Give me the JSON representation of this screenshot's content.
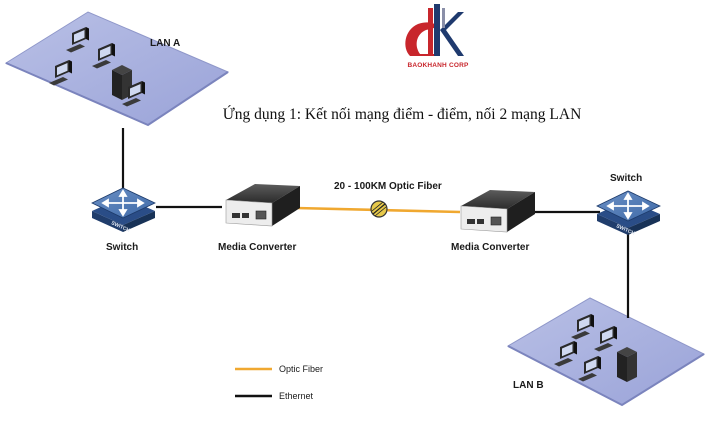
{
  "title": "Ứng dụng 1: Kết nối mạng điểm - điểm, nối 2 mạng LAN",
  "logo": {
    "brand": "BAOKHANH CORP",
    "colors": {
      "red": "#c8262c",
      "navy": "#1f3a6e"
    }
  },
  "lan_a": {
    "label": "LAN A"
  },
  "lan_b": {
    "label": "LAN B"
  },
  "switch_left": {
    "label": "Switch",
    "face_text": "SWITCH"
  },
  "switch_right": {
    "label": "Switch",
    "face_text": "SWITCH"
  },
  "converter_left": {
    "label": "Media Converter"
  },
  "converter_right": {
    "label": "Media Converter"
  },
  "fiber": {
    "label": "20 - 100KM Optic Fiber",
    "color": "#f0a830"
  },
  "ethernet": {
    "color": "#111111"
  },
  "legend": [
    {
      "label": "Optic Fiber",
      "color": "#f0a830"
    },
    {
      "label": "Ethernet",
      "color": "#111111"
    }
  ]
}
